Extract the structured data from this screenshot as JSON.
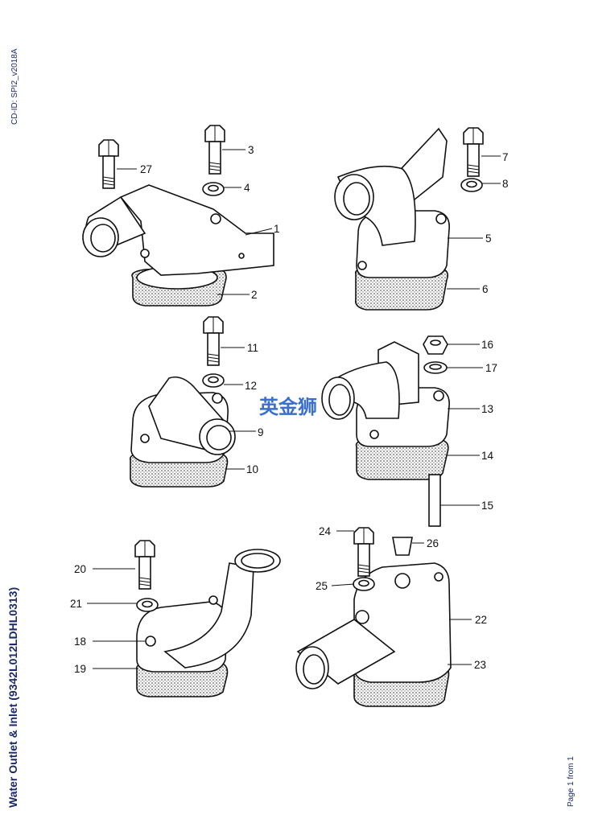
{
  "header": {
    "cd_id": "CD-ID: SPI2_v2018A"
  },
  "title": "Water Outlet & Inlet (9342L012LDHL0313)",
  "footer": {
    "page": "Page 1 from 1"
  },
  "watermark": "英金狮",
  "callouts": [
    "1",
    "2",
    "3",
    "4",
    "5",
    "6",
    "7",
    "8",
    "9",
    "10",
    "11",
    "12",
    "13",
    "14",
    "15",
    "16",
    "17",
    "18",
    "19",
    "20",
    "21",
    "22",
    "23",
    "24",
    "25",
    "26",
    "27"
  ]
}
